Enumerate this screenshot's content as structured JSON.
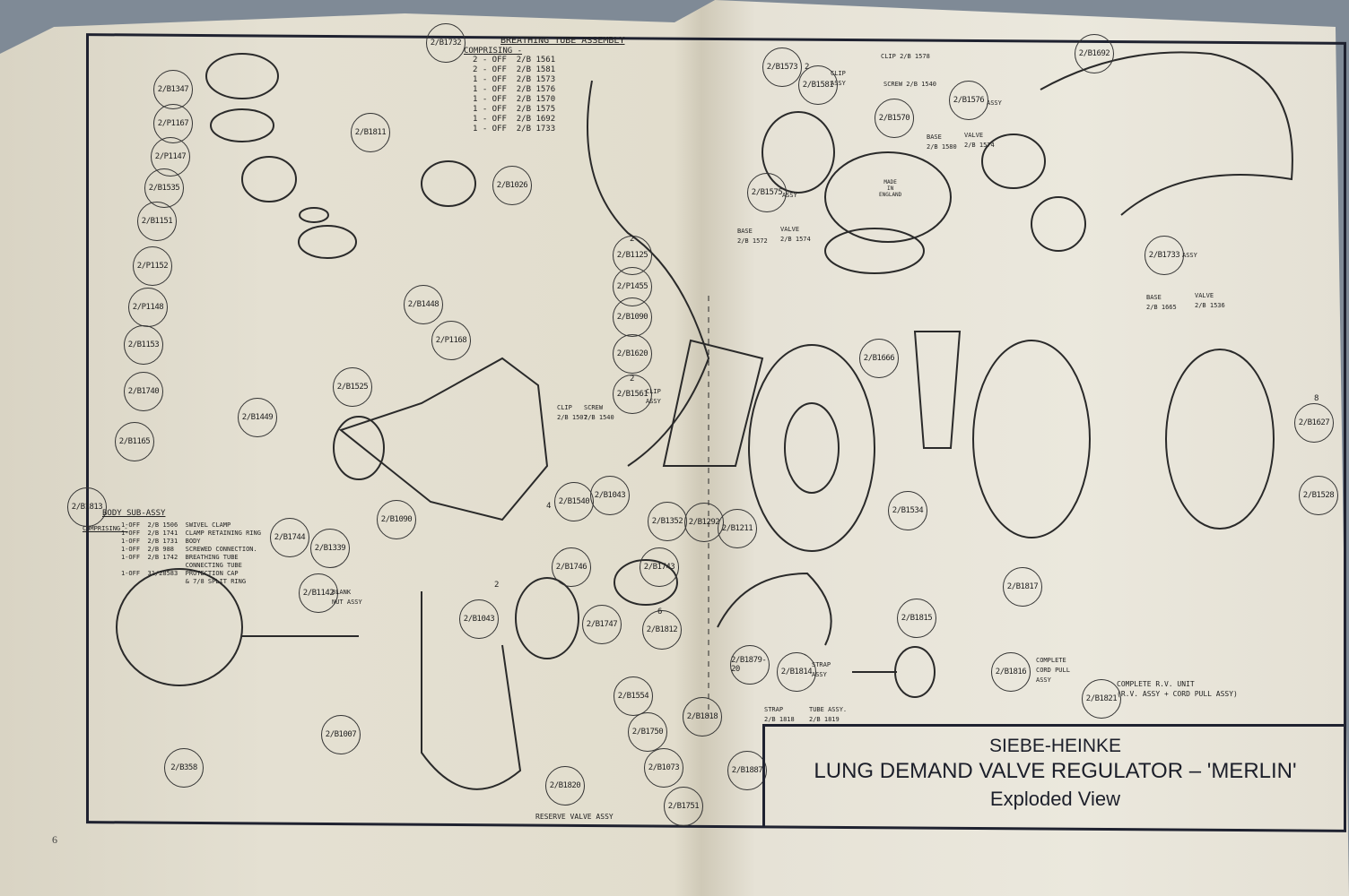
{
  "title_block": {
    "line1": "SIEBE-HEINKE",
    "line2": "LUNG DEMAND VALVE REGULATOR – 'MERLIN'",
    "line3": "Exploded View"
  },
  "page_number": "6",
  "breathing_tube": {
    "ref": "2/B1732",
    "title": "BREATHING TUBE ASSEMBLY",
    "comprising": "COMPRISING -",
    "items": [
      "2 - OFF  2/B 1561",
      "2 - OFF  2/B 1581",
      "1 - OFF  2/B 1573",
      "1 - OFF  2/B 1576",
      "1 - OFF  2/B 1570",
      "1 - OFF  2/B 1575",
      "1 - OFF  2/B 1692",
      "1 - OFF  2/B 1733"
    ]
  },
  "body_sub_assy": {
    "title": "BODY SUB-ASSY",
    "comprising": "COMPRISING -",
    "items": [
      "1-OFF  2/B 1506  SWIVEL CLAMP",
      "1-OFF  2/B 1741  CLAMP RETAINING RING",
      "1-OFF  2/B 1731  BODY",
      "1-OFF  2/B 988   SCREWED CONNECTION.",
      "1-OFF  2/B 1742  BREATHING TUBE",
      "                 CONNECTING TUBE",
      "1-OFF  31/28583  PROTECTION CAP",
      "                 & 7/8 SPLIT RING"
    ]
  },
  "notes": {
    "clip_assy_1581": "CLIP\nASSY",
    "clip_1578": "CLIP 2/B 1578",
    "screw_1540": "SCREW 2/B 1540",
    "assy_1576": "ASSY",
    "base_1580": "BASE\n2/B 1580",
    "valve_1574a": "VALVE\n2/B 1574",
    "assy_1575": "ASSY",
    "base_1572": "BASE\n2/B 1572",
    "valve_1574b": "VALVE\n2/B 1574",
    "made_in": "MADE\nIN\nENGLAND",
    "assy_1733": "ASSY",
    "base_1665": "BASE\n2/B 1665",
    "valve_1536": "VALVE\n2/B 1536",
    "clip_assy_1561": "CLIP\nASSY",
    "clip_1507": "CLIP\n2/B 1507",
    "screw_1540b": "SCREW\n2/B 1540",
    "blank_nut": "BLANK\nNUT ASSY",
    "strap_assy": "STRAP\nASSY",
    "strap_1818": "STRAP\n2/B 1818",
    "tube_1819": "TUBE ASSY.\n2/B 1819",
    "cord_pull": "COMPLETE\nCORD PULL\nASSY",
    "rv_unit": "COMPLETE R.V. UNIT\n(R.V. ASSY + CORD PULL ASSY)",
    "reserve_valve": "RESERVE VALVE ASSY",
    "qty_2a": "2",
    "qty_2b": "2",
    "qty_2c": "2",
    "qty_4": "4",
    "qty_6": "6",
    "qty_8": "8",
    "qty_2d": "2"
  },
  "parts": [
    "2/B1347",
    "2/P1167",
    "2/P1147",
    "2/B1535",
    "2/B1151",
    "2/P1152",
    "2/P1148",
    "2/B1153",
    "2/B1740",
    "2/B1165",
    "2/B1813",
    "2/B1811",
    "2/B1026",
    "2/B1448",
    "2/P1168",
    "2/B1525",
    "2/B1449",
    "2/B1125",
    "2/P1455",
    "2/B1090",
    "2/B1620",
    "2/B1561",
    "2/B1744",
    "2/B1339",
    "2/B1090",
    "2/B1142",
    "2/B1540",
    "2/B1043",
    "2/B1352",
    "2/B1292",
    "2/B1211",
    "2/B1746",
    "2/B1743",
    "2/B1043",
    "2/B1747",
    "2/B1812",
    "2/B1554",
    "2/B1750",
    "2/B1073",
    "2/B1751",
    "2/B1818",
    "2/B1820",
    "2/B1007",
    "2/B358",
    "2/B1887",
    "2/B1573",
    "2/B1581",
    "2/B1570",
    "2/B1576",
    "2/B1692",
    "2/B1575",
    "2/B1733",
    "2/B1666",
    "2/B1627",
    "2/B1534",
    "2/B1528",
    "2/B1817",
    "2/B1815",
    "2/B1816",
    "2/B1821",
    "2/B1814",
    "2/B1879-20",
    "2/B1732"
  ]
}
